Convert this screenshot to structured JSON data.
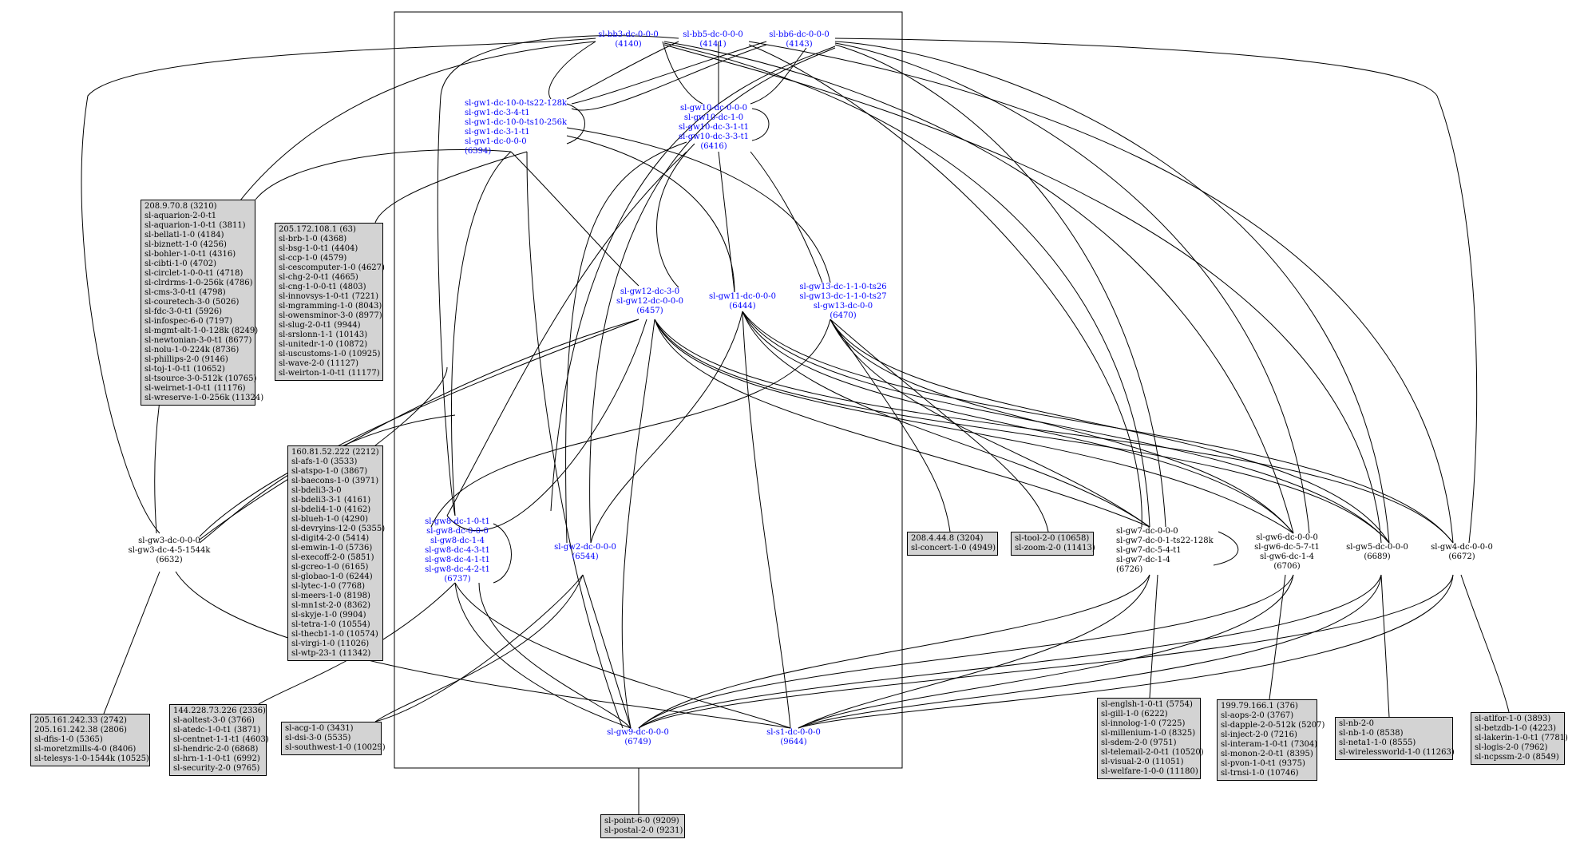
{
  "routers": [
    {
      "id": "bb3",
      "lines": [
        "sl-bb3-dc-0-0-0",
        "(4140)"
      ]
    },
    {
      "id": "bb5",
      "lines": [
        "sl-bb5-dc-0-0-0",
        "(4141)"
      ]
    },
    {
      "id": "bb6",
      "lines": [
        "sl-bb6-dc-0-0-0",
        "(4143)"
      ]
    },
    {
      "id": "gw1",
      "lines": [
        "sl-gw1-dc-10-0-ts22-128k",
        "sl-gw1-dc-3-4-t1",
        "sl-gw1-dc-10-0-ts10-256k",
        "sl-gw1-dc-3-1-t1",
        "sl-gw1-dc-0-0-0",
        "(6394)"
      ]
    },
    {
      "id": "gw10",
      "lines": [
        "sl-gw10-dc-0-0-0",
        "sl-gw10-dc-1-0",
        "sl-gw10-dc-3-1-t1",
        "sl-gw10-dc-3-3-t1",
        "(6416)"
      ]
    },
    {
      "id": "gw12",
      "lines": [
        "sl-gw12-dc-3-0",
        "sl-gw12-dc-0-0-0",
        "(6457)"
      ]
    },
    {
      "id": "gw11",
      "lines": [
        "sl-gw11-dc-0-0-0",
        "(6444)"
      ]
    },
    {
      "id": "gw13",
      "lines": [
        "sl-gw13-dc-1-1-0-ts26",
        "sl-gw13-dc-1-1-0-ts27",
        "sl-gw13-dc-0-0",
        "(6470)"
      ]
    },
    {
      "id": "gw8",
      "lines": [
        "sl-gw8-dc-1-0-t1",
        "sl-gw8-dc-0-0-0",
        "sl-gw8-dc-1-4",
        "sl-gw8-dc-4-3-t1",
        "sl-gw8-dc-4-1-t1",
        "sl-gw8-dc-4-2-t1",
        "(6737)"
      ]
    },
    {
      "id": "gw2",
      "lines": [
        "sl-gw2-dc-0-0-0",
        "(6544)"
      ]
    },
    {
      "id": "gw9",
      "lines": [
        "sl-gw9-dc-0-0-0",
        "(6749)"
      ]
    },
    {
      "id": "s1",
      "lines": [
        "sl-s1-dc-0-0-0",
        "(9644)"
      ]
    }
  ],
  "edge_routers": [
    {
      "id": "gw3",
      "lines": [
        "sl-gw3-dc-0-0-0",
        "sl-gw3-dc-4-5-1544k",
        "(6632)"
      ]
    },
    {
      "id": "gw7",
      "lines": [
        "sl-gw7-dc-0-0-0",
        "sl-gw7-dc-0-1-ts22-128k",
        "sl-gw7-dc-5-4-t1",
        "sl-gw7-dc-1-4",
        "(6726)"
      ]
    },
    {
      "id": "gw6",
      "lines": [
        "sl-gw6-dc-0-0-0",
        "sl-gw6-dc-5-7-t1",
        "sl-gw6-dc-1-4",
        "(6706)"
      ]
    },
    {
      "id": "gw5",
      "lines": [
        "sl-gw5-dc-0-0-0",
        "(6689)"
      ]
    },
    {
      "id": "gw4",
      "lines": [
        "sl-gw4-dc-0-0-0",
        "(6672)"
      ]
    }
  ],
  "boxes": [
    {
      "id": "box_208_9",
      "lines": [
        "208.9.70.8 (3210)",
        "sl-aquarion-2-0-t1",
        "sl-aquarion-1-0-t1 (3811)",
        "sl-bellatl-1-0 (4184)",
        "sl-biznett-1-0 (4256)",
        "sl-bohler-1-0-t1 (4316)",
        "sl-cibti-1-0 (4702)",
        "sl-circlet-1-0-0-t1 (4718)",
        "sl-clrdrms-1-0-256k (4786)",
        "sl-cms-3-0-t1 (4798)",
        "sl-couretech-3-0 (5026)",
        "sl-fdc-3-0-t1 (5926)",
        "sl-infospec-6-0 (7197)",
        "sl-mgmt-alt-1-0-128k (8249)",
        "sl-newtonian-3-0-t1 (8677)",
        "sl-nolu-1-0-224k (8736)",
        "sl-phillips-2-0 (9146)",
        "sl-toj-1-0-t1 (10652)",
        "sl-tsource-3-0-512k (10765)",
        "sl-weirnet-1-0-t1 (11176)",
        "sl-wreserve-1-0-256k (11324)"
      ]
    },
    {
      "id": "box_205_172",
      "lines": [
        "205.172.108.1 (63)",
        "sl-brb-1-0 (4368)",
        "sl-bsg-1-0-t1 (4404)",
        "sl-ccp-1-0 (4579)",
        "sl-cescomputer-1-0 (4627)",
        "sl-chg-2-0-t1 (4665)",
        "sl-cng-1-0-0-t1 (4803)",
        "sl-innovsys-1-0-t1 (7221)",
        "sl-mgramming-1-0 (8043)",
        "sl-owensminor-3-0 (8977)",
        "sl-slug-2-0-t1 (9944)",
        "sl-srslonn-1-1 (10143)",
        "sl-unitedr-1-0 (10872)",
        "sl-uscustoms-1-0 (10925)",
        "sl-wave-2-0 (11127)",
        "sl-weirton-1-0-t1 (11177)"
      ]
    },
    {
      "id": "box_160_81",
      "lines": [
        "160.81.52.222 (2212)",
        "sl-afs-1-0 (3533)",
        "sl-atspo-1-0 (3867)",
        "sl-baecons-1-0 (3971)",
        "sl-bdeli3-3-0",
        "sl-bdeli3-3-1 (4161)",
        "sl-bdeli4-1-0 (4162)",
        "sl-blueh-1-0 (4290)",
        "sl-devryins-12-0 (5355)",
        "sl-digit4-2-0 (5414)",
        "sl-emwin-1-0 (5736)",
        "sl-execoff-2-0 (5851)",
        "sl-gcreo-1-0 (6165)",
        "sl-globao-1-0 (6244)",
        "sl-lytec-1-0 (7768)",
        "sl-meers-1-0 (8198)",
        "sl-mn1st-2-0 (8362)",
        "sl-skyje-1-0 (9904)",
        "sl-tetra-1-0 (10554)",
        "sl-thecb1-1-0 (10574)",
        "sl-virgi-1-0 (11026)",
        "sl-wtp-23-1 (11342)"
      ]
    },
    {
      "id": "box_205_161",
      "lines": [
        "205.161.242.33 (2742)",
        "205.161.242.38 (2806)",
        "sl-dfis-1-0 (5365)",
        "sl-moretzmills-4-0 (8406)",
        "sl-telesys-1-0-1544k (10525)"
      ]
    },
    {
      "id": "box_144_228",
      "lines": [
        "144.228.73.226 (2336)",
        "sl-aoltest-3-0 (3766)",
        "sl-atedc-1-0-t1 (3871)",
        "sl-centnet-1-1-t1 (4603)",
        "sl-hendric-2-0 (6868)",
        "sl-hrn-1-1-0-t1 (6992)",
        "sl-security-2-0 (9765)"
      ]
    },
    {
      "id": "box_acg",
      "lines": [
        "sl-acg-1-0 (3431)",
        "sl-dsi-3-0 (5535)",
        "sl-southwest-1-0 (10029)"
      ]
    },
    {
      "id": "box_point",
      "lines": [
        "sl-point-6-0 (9209)",
        "sl-postal-2-0 (9231)"
      ]
    },
    {
      "id": "box_208_4",
      "lines": [
        "208.4.44.8 (3204)",
        "sl-concert-1-0 (4949)"
      ]
    },
    {
      "id": "box_tool",
      "lines": [
        "sl-tool-2-0 (10658)",
        "sl-zoom-2-0 (11413)"
      ]
    },
    {
      "id": "box_english",
      "lines": [
        "sl-englsh-1-0-t1 (5754)",
        "sl-gill-1-0 (6222)",
        "sl-innolog-1-0 (7225)",
        "sl-millenium-1-0 (8325)",
        "sl-sdem-2-0 (9751)",
        "sl-telemail-2-0-t1 (10520)",
        "sl-visual-2-0 (11051)",
        "sl-welfare-1-0-0 (11180)"
      ]
    },
    {
      "id": "box_199_79",
      "lines": [
        "199.79.166.1 (376)",
        "sl-aops-2-0 (3767)",
        "sl-dapple-2-0-512k (5207)",
        "sl-inject-2-0 (7216)",
        "sl-interam-1-0-t1 (7304)",
        "sl-monon-2-0-t1 (8395)",
        "sl-pvon-1-0-t1 (9375)",
        "sl-trnsi-1-0 (10746)"
      ]
    },
    {
      "id": "box_nb",
      "lines": [
        "sl-nb-2-0",
        "sl-nb-1-0 (8538)",
        "sl-neta1-1-0 (8555)",
        "sl-wirelessworld-1-0 (11263)"
      ]
    },
    {
      "id": "box_atlfor",
      "lines": [
        "sl-atlfor-1-0 (3893)",
        "sl-betzdb-1-0 (4223)",
        "sl-lakerin-1-0-t1 (7781)",
        "sl-logis-2-0 (7962)",
        "sl-ncpssm-2-0 (8549)"
      ]
    }
  ]
}
